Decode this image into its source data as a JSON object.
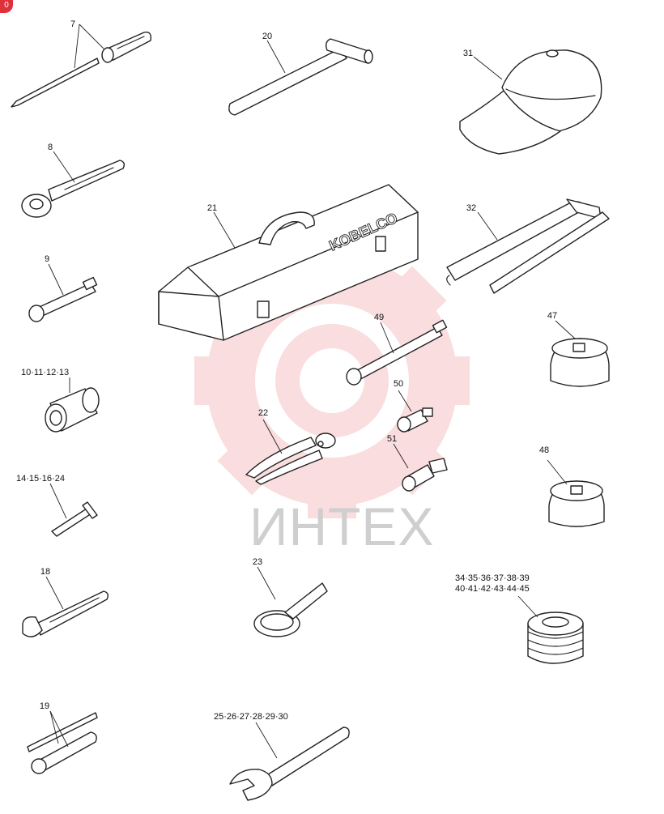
{
  "corner_badge": "0",
  "watermark": {
    "text": "ИНТЕХ",
    "color": "#e8484f"
  },
  "toolbox_brand": "KOBELCO",
  "parts": [
    {
      "id": "p7",
      "label": "7"
    },
    {
      "id": "p8",
      "label": "8"
    },
    {
      "id": "p9",
      "label": "9"
    },
    {
      "id": "p10",
      "label": "10·11·12·13"
    },
    {
      "id": "p14",
      "label": "14·15·16·24"
    },
    {
      "id": "p18",
      "label": "18"
    },
    {
      "id": "p19",
      "label": "19"
    },
    {
      "id": "p20",
      "label": "20"
    },
    {
      "id": "p21",
      "label": "21"
    },
    {
      "id": "p22",
      "label": "22"
    },
    {
      "id": "p23",
      "label": "23"
    },
    {
      "id": "p25",
      "label": "25·26·27·28·29·30"
    },
    {
      "id": "p31",
      "label": "31"
    },
    {
      "id": "p32",
      "label": "32"
    },
    {
      "id": "p34a",
      "label": "34·35·36·37·38·39"
    },
    {
      "id": "p34b",
      "label": "40·41·42·43·44·45"
    },
    {
      "id": "p47",
      "label": "47"
    },
    {
      "id": "p48",
      "label": "48"
    },
    {
      "id": "p49",
      "label": "49"
    },
    {
      "id": "p50",
      "label": "50"
    },
    {
      "id": "p51",
      "label": "51"
    }
  ]
}
